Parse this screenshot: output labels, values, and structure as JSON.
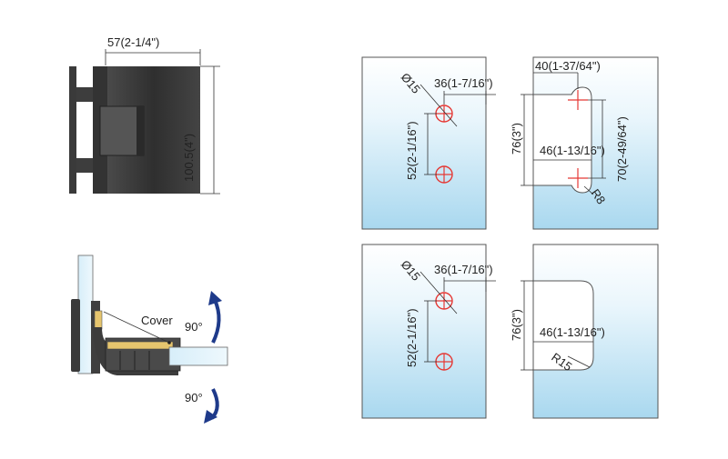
{
  "hinge_front": {
    "width_label": "57(2-1/4\")",
    "height_label": "100.5(4\")"
  },
  "hinge_side": {
    "cover_label": "Cover",
    "angle_top": "90°",
    "angle_bottom": "90°"
  },
  "panel_top_left": {
    "hole_dia": "Ø15",
    "edge_offset": "36(1-7/16\")",
    "hole_spacing": "52(2-1/16\")"
  },
  "panel_top_right": {
    "top_width": "40(1-37/64\")",
    "cut_height": "76(3\")",
    "inner_width": "46(1-13/16\")",
    "hole_spacing": "70(2-49/64\")",
    "radius": "R8"
  },
  "panel_bottom_left": {
    "hole_dia": "Ø15",
    "edge_offset": "36(1-7/16\")",
    "hole_spacing": "52(2-1/16\")"
  },
  "panel_bottom_right": {
    "cut_height": "76(3\")",
    "inner_width": "46(1-13/16\")",
    "radius": "R15"
  },
  "colors": {
    "glass_top": "#ffffff",
    "glass_bottom": "#a9d8ef",
    "hole": "#e53935",
    "hardware": "#3a3a3a",
    "arrow": "#1e3a8a"
  }
}
